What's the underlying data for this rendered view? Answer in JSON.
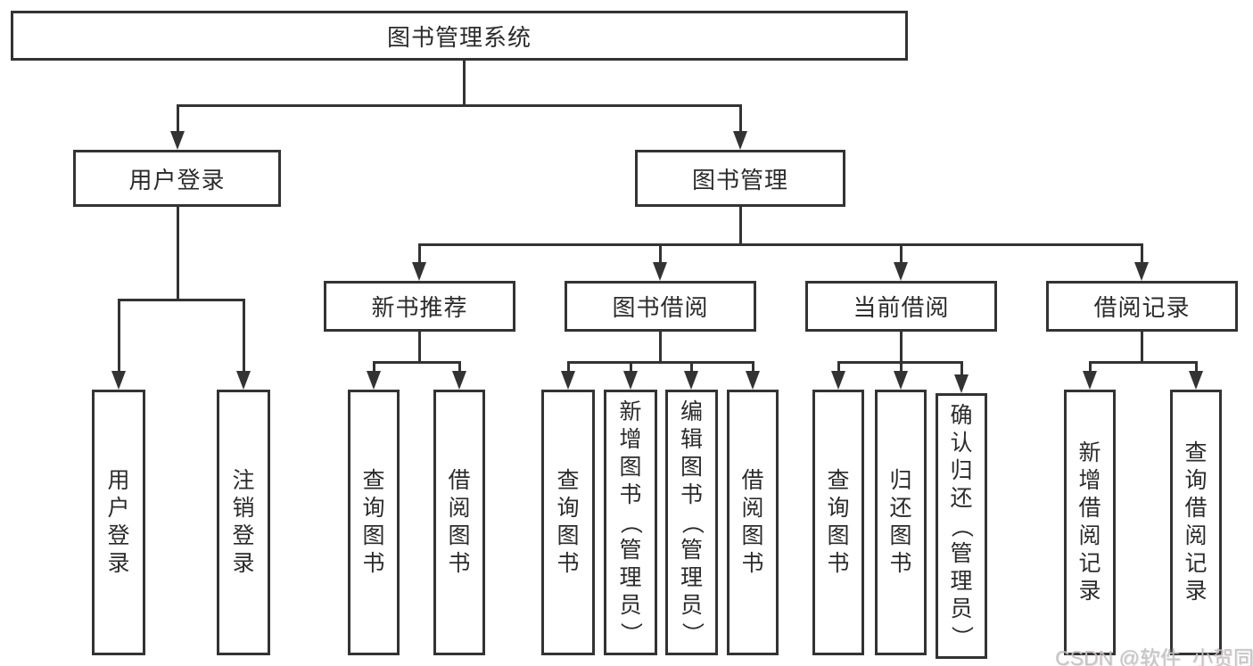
{
  "diagram_type": "hierarchy-tree",
  "tree": {
    "label": "图书管理系统",
    "children": [
      {
        "label": "用户登录",
        "children": [
          {
            "label": "用户登录"
          },
          {
            "label": "注销登录"
          }
        ]
      },
      {
        "label": "图书管理",
        "children": [
          {
            "label": "新书推荐",
            "children": [
              {
                "label": "查询图书"
              },
              {
                "label": "借阅图书"
              }
            ]
          },
          {
            "label": "图书借阅",
            "children": [
              {
                "label": "查询图书"
              },
              {
                "label": "新增图书（管理员）"
              },
              {
                "label": "编辑图书（管理员）"
              },
              {
                "label": "借阅图书"
              }
            ]
          },
          {
            "label": "当前借阅",
            "children": [
              {
                "label": "查询图书"
              },
              {
                "label": "归还图书"
              },
              {
                "label": "确认归还（管理员）"
              }
            ]
          },
          {
            "label": "借阅记录",
            "children": [
              {
                "label": "新增借阅记录"
              },
              {
                "label": "查询借阅记录"
              }
            ]
          }
        ]
      }
    ]
  },
  "watermark": {
    "text": "CSDN @软件_小贺同学"
  },
  "colors": {
    "line": "#333333",
    "box_border": "#333333",
    "text": "#2b2b2b",
    "watermark": "#c6c0c0",
    "background": "#ffffff"
  }
}
